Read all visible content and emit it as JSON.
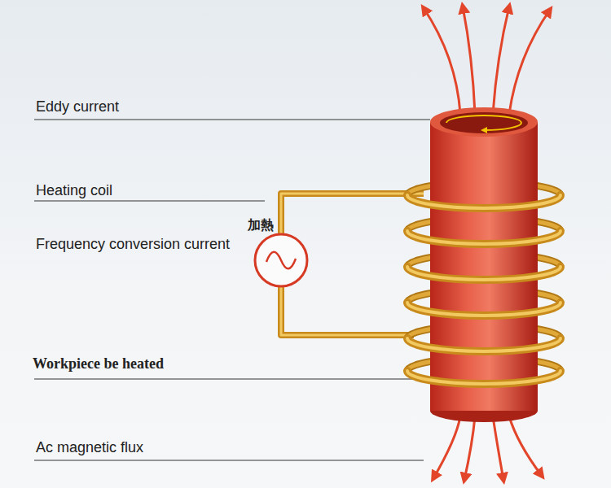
{
  "diagram": {
    "labels": [
      "Eddy current",
      "Heating coil",
      "Frequency conversion current",
      "Workpiece be heated",
      "Ac magnetic flux",
      "加熱"
    ]
  }
}
